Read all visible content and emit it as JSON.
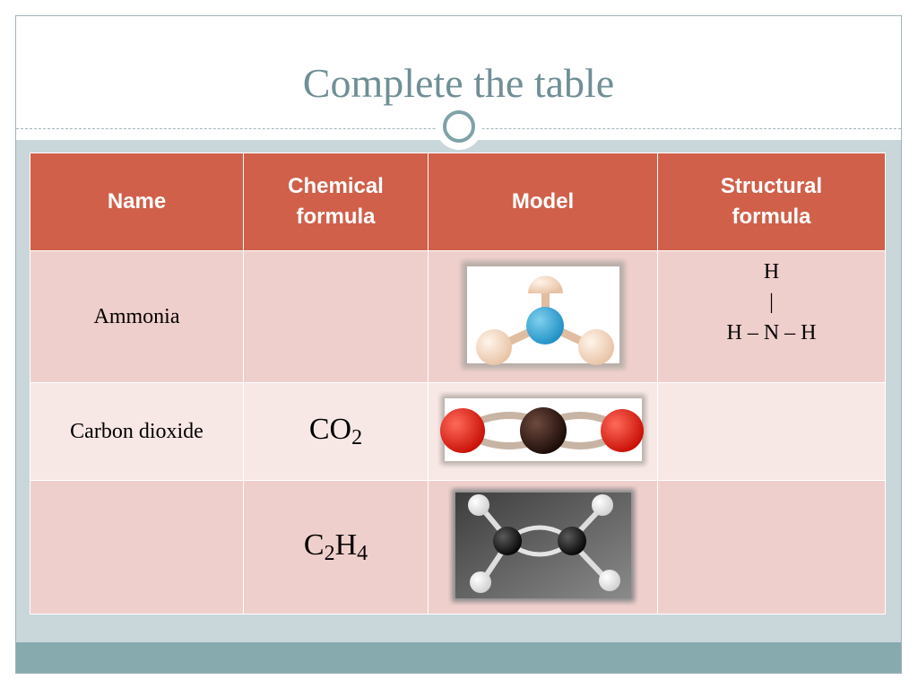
{
  "slide": {
    "title": "Complete the table"
  },
  "table": {
    "headers": {
      "name": "Name",
      "chemical_formula": "Chemical formula",
      "model": "Model",
      "structural_formula": "Structural formula"
    },
    "rows": [
      {
        "name": "Ammonia",
        "chemical_formula": "",
        "model": "ammonia-ball-and-stick-model",
        "structural_formula": {
          "line1": "H",
          "line2": "|",
          "line3": "H – N – H"
        }
      },
      {
        "name": "Carbon dioxide",
        "chemical_formula": {
          "base1": "CO",
          "sub1": "2"
        },
        "model": "carbon-dioxide-ball-and-stick-model",
        "structural_formula": ""
      },
      {
        "name": "",
        "chemical_formula": {
          "base1": "C",
          "sub1": "2",
          "base2": "H",
          "sub2": "4"
        },
        "model": "ethene-ball-and-stick-model",
        "structural_formula": ""
      }
    ]
  },
  "colors": {
    "header_bg": "#d0604a",
    "row_dark": "#efcfcc",
    "row_light": "#f7e8e6",
    "title": "#6f8f95",
    "band": "#c9d6da",
    "footer": "#86aaad"
  }
}
